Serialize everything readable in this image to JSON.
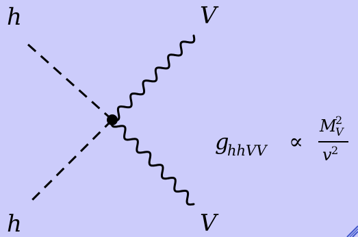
{
  "diagram": {
    "labels": {
      "top_left": "h",
      "bottom_left": "h",
      "top_right": "V",
      "bottom_right": "V"
    },
    "formula": {
      "g": "g",
      "subscript": "hhVV",
      "relation": "∝",
      "numerator_base": "M",
      "numerator_superscript": "2",
      "numerator_subscript": "V",
      "denominator_base": "v",
      "denominator_superscript": "2"
    },
    "colors": {
      "background": "#ccccfb",
      "lines": "#000000",
      "corner_accent": "#3f55c9"
    }
  }
}
